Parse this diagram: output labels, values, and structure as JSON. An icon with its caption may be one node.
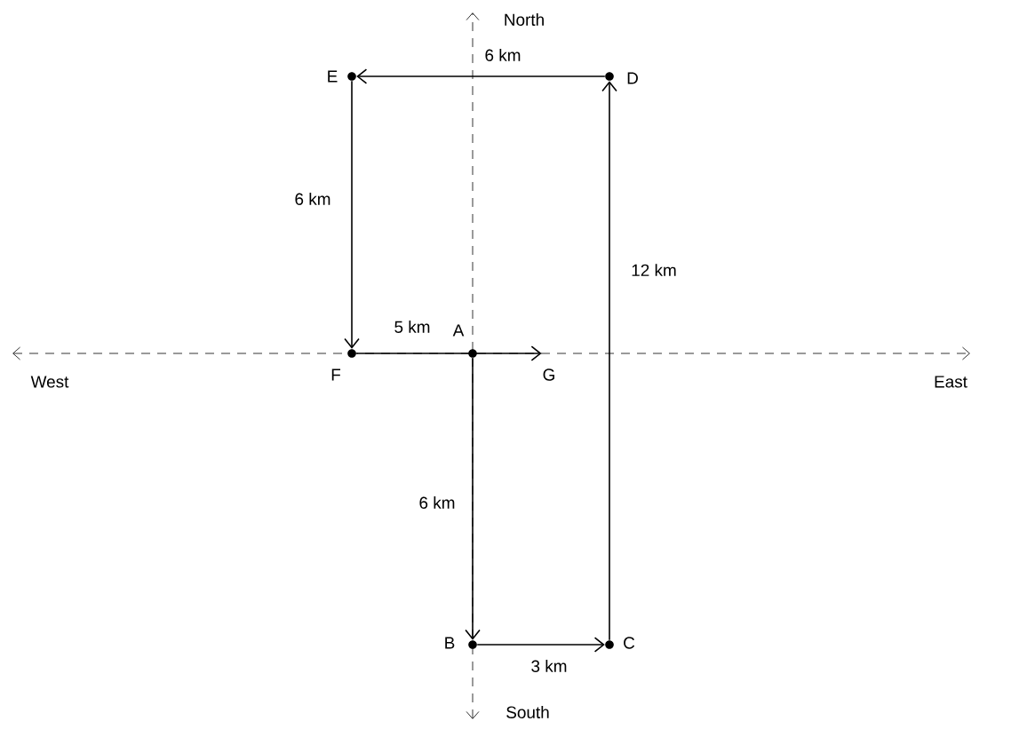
{
  "diagram": {
    "nodes": [
      {
        "text": [
          "A"
        ]
      },
      {
        "text": [
          "B"
        ]
      },
      {
        "text": [
          "C"
        ]
      },
      {
        "text": [
          "D"
        ]
      },
      {
        "text": [
          "E"
        ]
      },
      {
        "text": [
          "F"
        ]
      },
      {
        "text": [
          "G"
        ]
      }
    ],
    "edges": [
      {
        "from": 0,
        "to": 1,
        "arrow": "to",
        "label": "6 km"
      },
      {
        "from": 1,
        "to": 2,
        "arrow": "to",
        "label": "3 km"
      },
      {
        "from": 2,
        "to": 3,
        "arrow": "to",
        "label": "12 km"
      },
      {
        "from": 3,
        "to": 4,
        "arrow": "to",
        "label": "6 km"
      },
      {
        "from": 4,
        "to": 5,
        "arrow": "to",
        "label": "6 km"
      },
      {
        "from": 5,
        "to": 6,
        "arrow": "to",
        "label": "5 km"
      }
    ],
    "labels": [
      "North",
      "West",
      "East",
      "South"
    ]
  }
}
